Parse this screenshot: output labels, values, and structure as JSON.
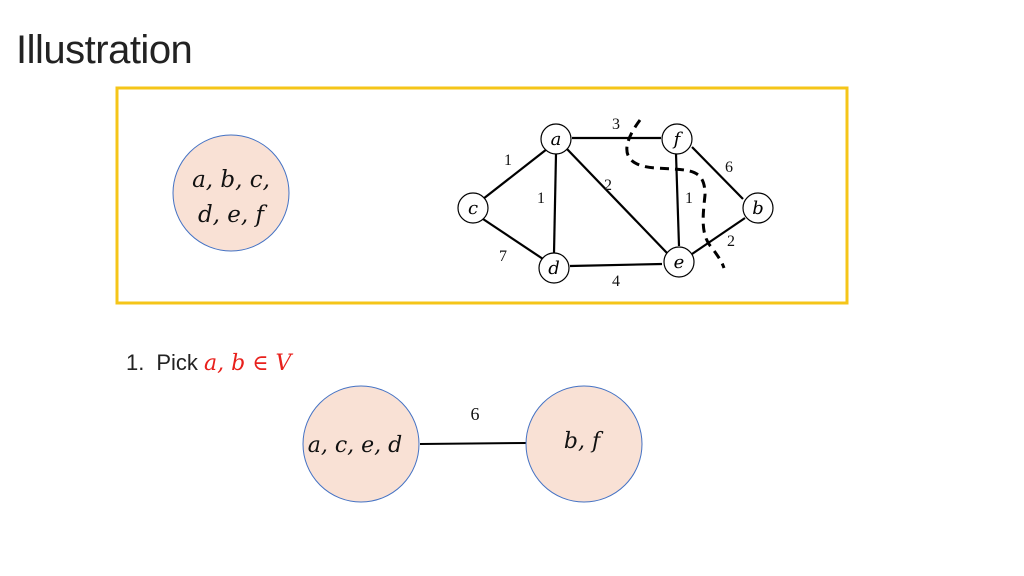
{
  "slide": {
    "title": "Illustration"
  },
  "colors": {
    "frame": "#F5C518",
    "node_fill": "#F9E1D5",
    "node_stroke": "#4472C4",
    "accent_red": "#E8201C",
    "line": "#000000"
  },
  "merged_node": {
    "line1": "a, b, c,",
    "line2": "d, e, f"
  },
  "graph": {
    "nodes": [
      {
        "id": "a",
        "label": "a"
      },
      {
        "id": "f",
        "label": "f"
      },
      {
        "id": "c",
        "label": "c"
      },
      {
        "id": "b",
        "label": "b"
      },
      {
        "id": "d",
        "label": "d"
      },
      {
        "id": "e",
        "label": "e"
      }
    ],
    "edges": [
      {
        "from": "a",
        "to": "f",
        "weight": "3"
      },
      {
        "from": "a",
        "to": "c",
        "weight": "1"
      },
      {
        "from": "a",
        "to": "d",
        "weight": "1"
      },
      {
        "from": "a",
        "to": "e",
        "weight": "2"
      },
      {
        "from": "f",
        "to": "e",
        "weight": "1"
      },
      {
        "from": "f",
        "to": "b",
        "weight": "6"
      },
      {
        "from": "c",
        "to": "d",
        "weight": "7"
      },
      {
        "from": "d",
        "to": "e",
        "weight": "4"
      },
      {
        "from": "e",
        "to": "b",
        "weight": "2"
      }
    ]
  },
  "step": {
    "number": "1.",
    "text": "Pick",
    "highlight": "a, b ∈ V"
  },
  "result": {
    "left_node": "a, c, e, d",
    "right_node": "b, f",
    "edge_weight": "6"
  }
}
